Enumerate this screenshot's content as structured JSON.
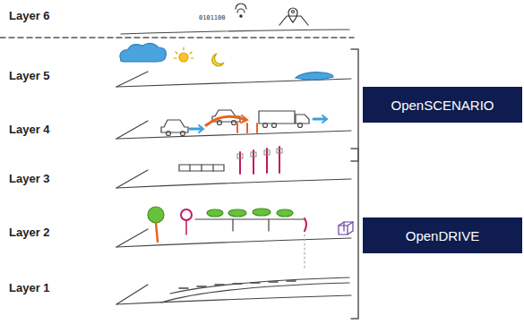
{
  "diagram": {
    "nodes": [
      {
        "text": [
          "OpenSCENARIO"
        ]
      },
      {
        "text": [
          "OpenDRIVE"
        ]
      }
    ],
    "labels": [
      "Layer 6",
      "0101100",
      "Layer 5",
      "Layer 4",
      "Layer 3",
      "Layer 2",
      "Layer 1"
    ]
  }
}
